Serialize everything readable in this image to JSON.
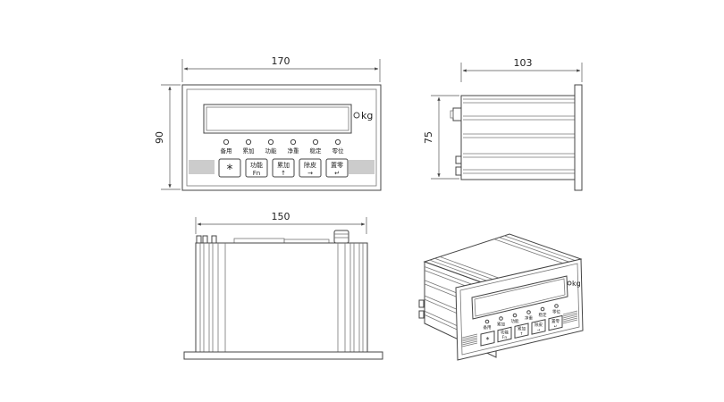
{
  "front_view": {
    "width_dim": "170",
    "height_dim": "90",
    "unit_label": "kg",
    "indicators": [
      "备用",
      "累加",
      "功能",
      "净重",
      "稳定",
      "零位"
    ],
    "keys": [
      {
        "top": "*",
        "bottom": ""
      },
      {
        "top": "功能",
        "bottom": "Fn"
      },
      {
        "top": "累加",
        "bottom": "↑"
      },
      {
        "top": "除皮",
        "bottom": "→"
      },
      {
        "top": "置零",
        "bottom": "↵"
      }
    ]
  },
  "side_view": {
    "depth_dim": "103",
    "height_dim": "75"
  },
  "top_view": {
    "width_dim": "150"
  },
  "iso_view": {
    "unit_label": "kg",
    "indicators": [
      "备用",
      "累加",
      "功能",
      "净重",
      "稳定",
      "零位"
    ],
    "keys": [
      {
        "top": "*",
        "bottom": ""
      },
      {
        "top": "功能",
        "bottom": "Fn"
      },
      {
        "top": "累加",
        "bottom": "↑"
      },
      {
        "top": "除皮",
        "bottom": "→"
      },
      {
        "top": "置零",
        "bottom": "↵"
      }
    ]
  }
}
